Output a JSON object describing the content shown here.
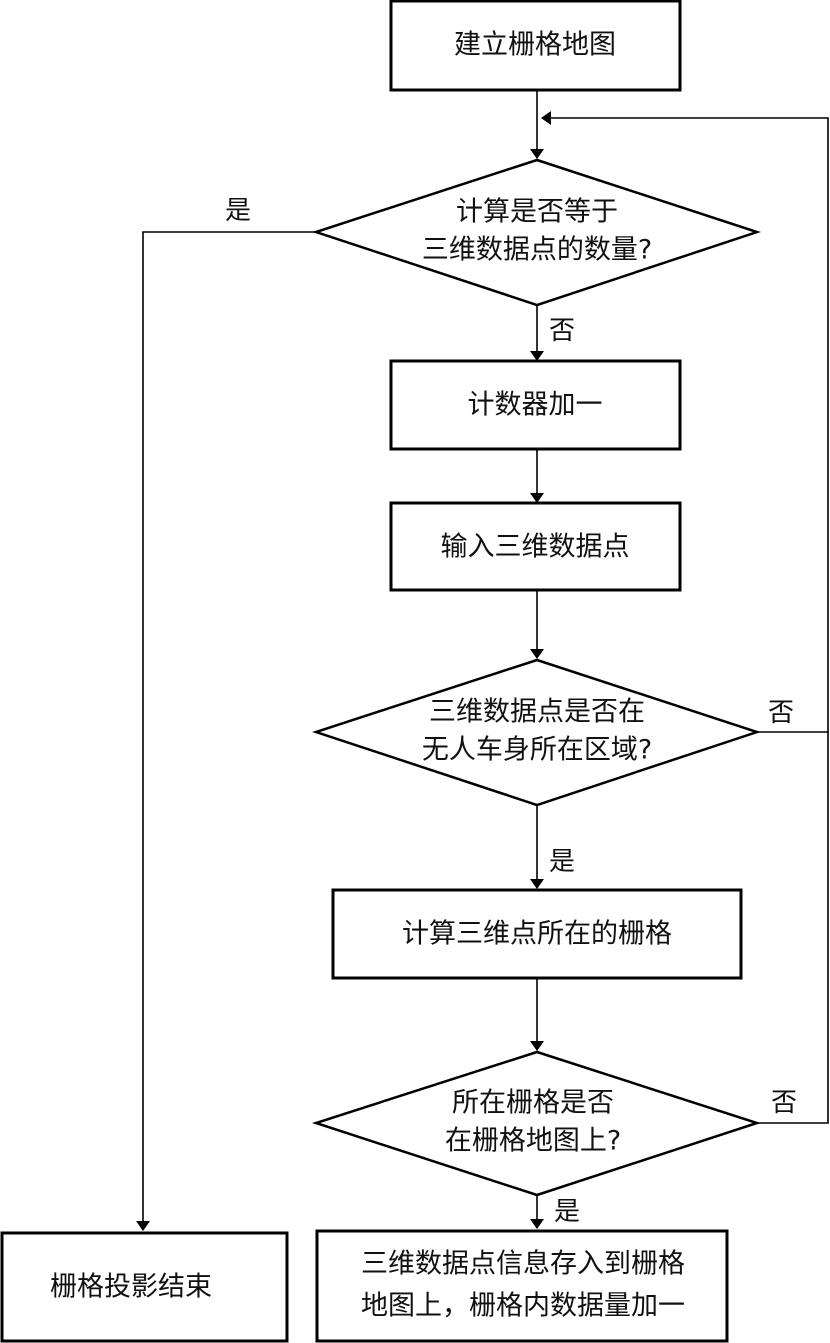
{
  "nodes": {
    "build_map": "建立栅格地图",
    "check_count": [
      "计算是否等于",
      "三维数据点的数量?"
    ],
    "counter_inc": "计数器加一",
    "input_point": "输入三维数据点",
    "check_region": [
      "三维数据点是否在",
      "无人车身所在区域?"
    ],
    "compute_cell": "计算三维点所在的栅格",
    "check_on_map": [
      "所在栅格是否",
      "在栅格地图上?"
    ],
    "store_info": [
      "三维数据点信息存入到栅格",
      "地图上，栅格内数据量加一"
    ],
    "end": "栅格投影结束"
  },
  "edge_labels": {
    "count_yes": "是",
    "count_no": "否",
    "region_no": "否",
    "region_yes": "是",
    "map_no": "否",
    "map_yes": "是"
  }
}
